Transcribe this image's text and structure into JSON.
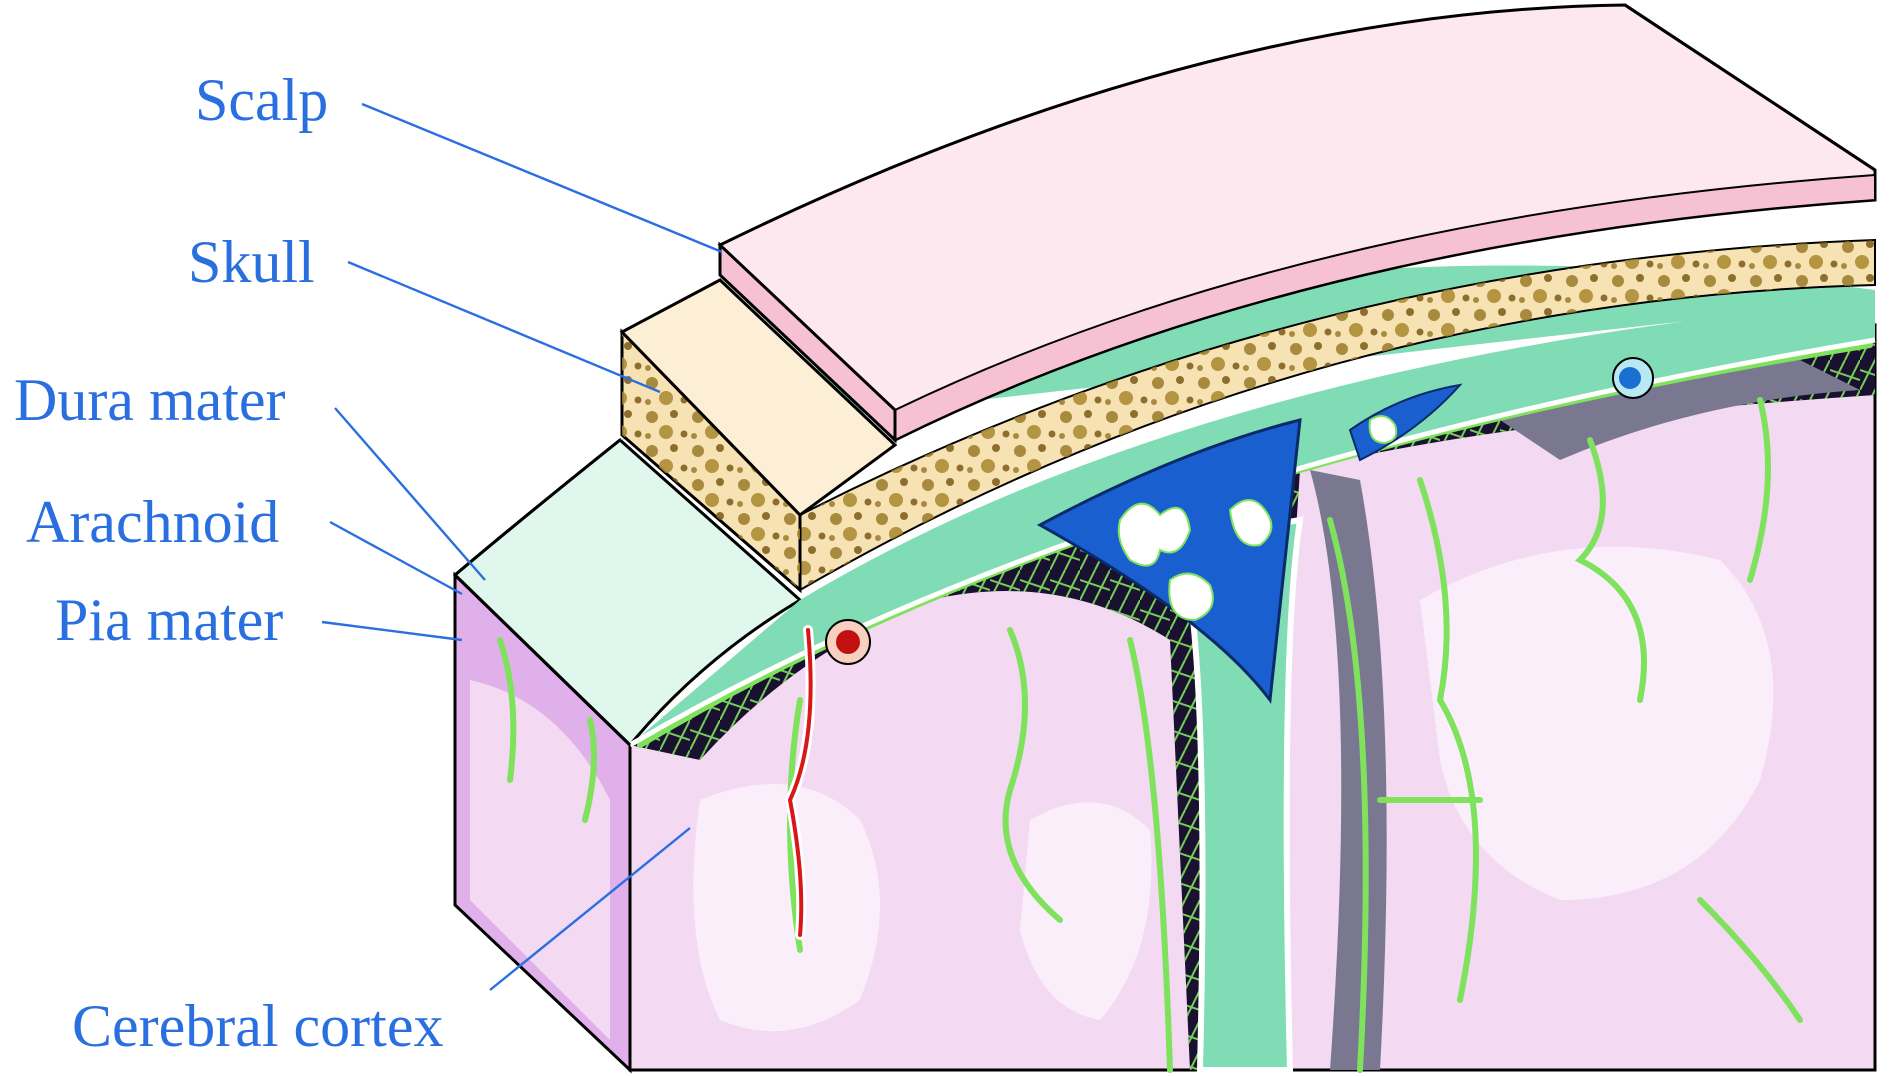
{
  "labels": {
    "scalp": "Scalp",
    "skull": "Skull",
    "dura": "Dura mater",
    "arachnoid": "Arachnoid",
    "pia": "Pia mater",
    "cortex": "Cerebral cortex"
  },
  "colors": {
    "label_text": "#2a6fe0",
    "scalp": "#fde8f0",
    "scalp_edge": "#f6c2d3",
    "skull": "#f7e2b4",
    "skull_pore": "#9a7a2a",
    "dura": "#7fdcb4",
    "dura_top": "#dff7ec",
    "arachnoid_space": "#1a1030",
    "trabeculae": "#7ee25c",
    "cortex": "#f3d9f2",
    "cortex_light": "#fbeefb",
    "cortex_side": "#e0b0ea",
    "sinus": "#1a5fd0",
    "artery": "#d81818",
    "vein": "#33a9e0"
  }
}
